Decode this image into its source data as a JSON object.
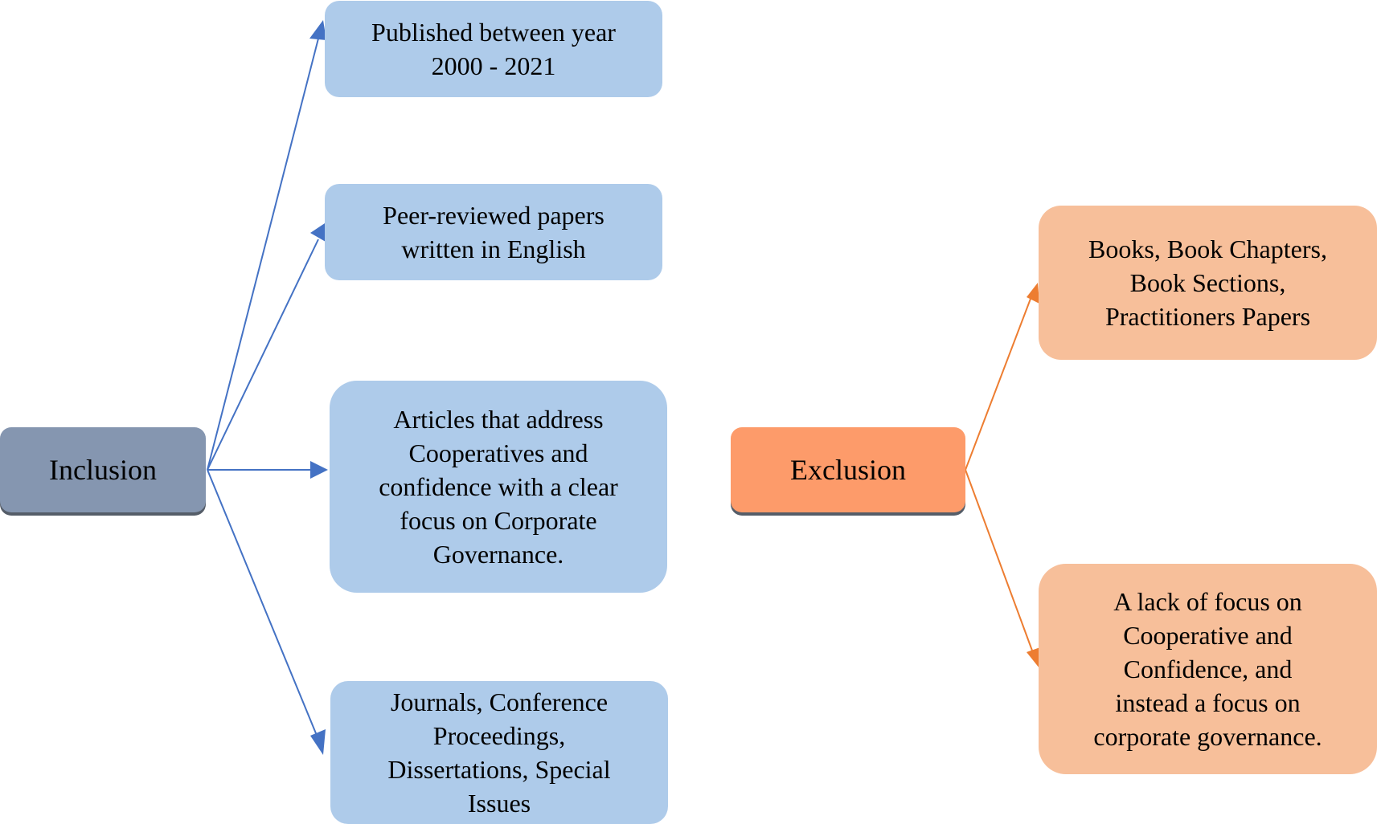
{
  "nodes": {
    "inclusion": "Inclusion",
    "exclusion": "Exclusion",
    "inc_year": [
      "Published between year",
      "2000 - 2021"
    ],
    "inc_peer": [
      "Peer-reviewed papers",
      "written in English"
    ],
    "inc_articles": [
      "Articles that address",
      "Cooperatives and",
      "confidence with a clear",
      "focus on Corporate",
      "Governance."
    ],
    "inc_journals": [
      "Journals, Conference",
      "Proceedings,",
      "Dissertations, Special",
      "Issues"
    ],
    "exc_books": [
      "Books, Book Chapters,",
      "Book Sections,",
      "Practitioners Papers"
    ],
    "exc_lack": [
      "A lack of focus on",
      "Cooperative and",
      "Confidence, and",
      "instead a focus on",
      "corporate governance."
    ]
  },
  "colors": {
    "inclusion_fill": "#8596b0",
    "exclusion_fill": "#fd9b6a",
    "inclusion_item_fill": "#aecbea",
    "exclusion_item_fill": "#f7bf9a",
    "inclusion_arrow": "#4472c4",
    "exclusion_arrow": "#ed7d31"
  }
}
